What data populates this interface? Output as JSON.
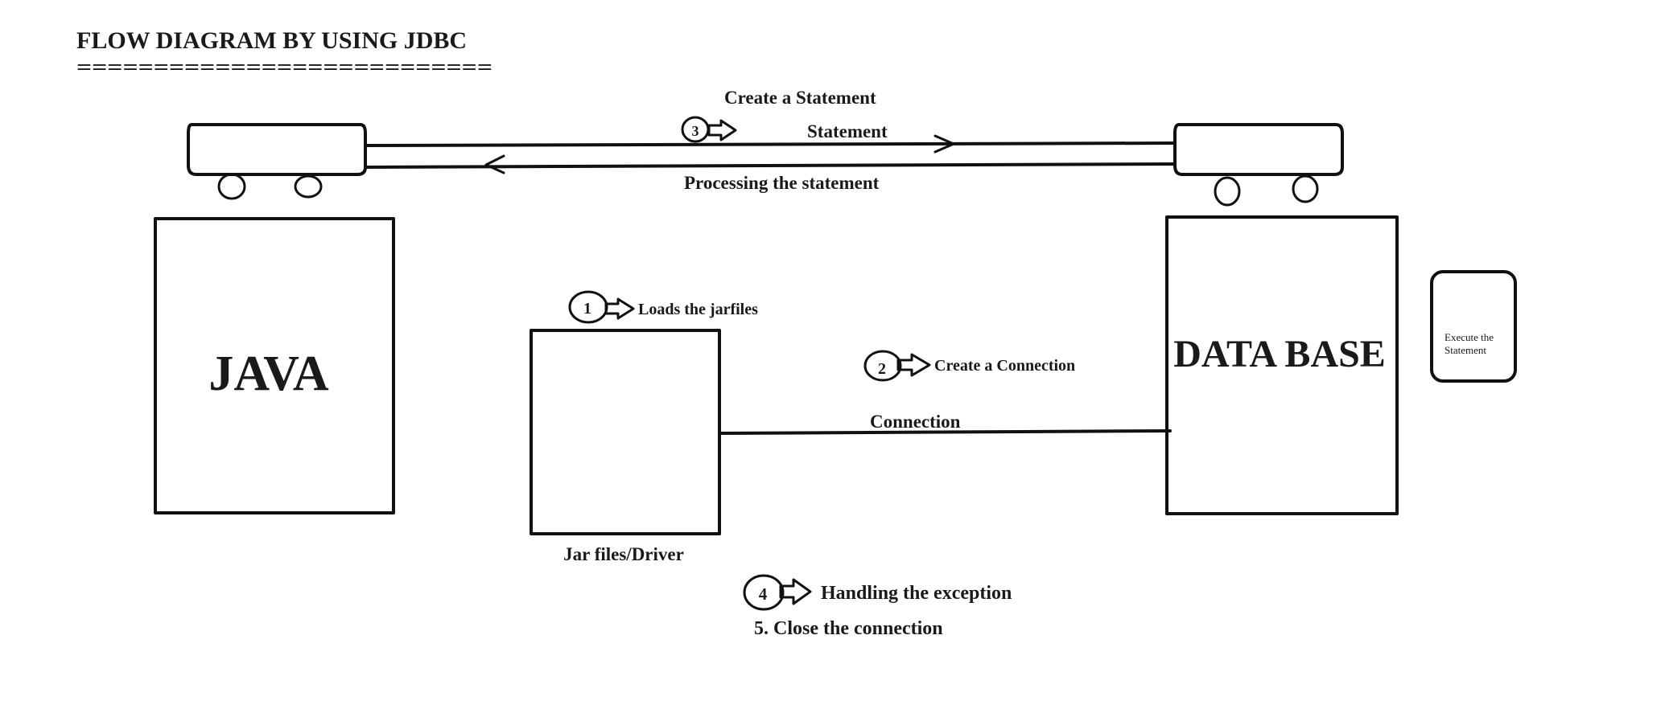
{
  "title": "FLOW DIAGRAM BY USING JDBC",
  "underline": "===========================",
  "boxes": {
    "java": "JAVA",
    "database": "DATA BASE",
    "jar": "Jar files/Driver",
    "execute_line1": "Execute the",
    "execute_line2": "Statement"
  },
  "steps": {
    "step1": {
      "number": "1",
      "label": "Loads the jarfiles"
    },
    "step2": {
      "number": "2",
      "label": "Create a Connection"
    },
    "step3": {
      "number": "3",
      "label": "Create a Statement"
    },
    "step4": {
      "number": "4",
      "label": "Handling the exception"
    },
    "step5": {
      "label": "5. Close the connection"
    }
  },
  "connectors": {
    "connection": "Connection",
    "statement": "Statement",
    "processing": "Processing the statement"
  }
}
